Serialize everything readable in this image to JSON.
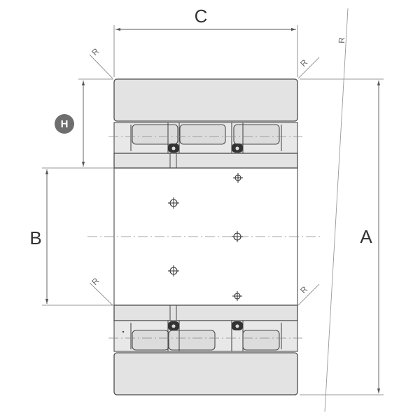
{
  "labels": {
    "dim_a": "A",
    "dim_b": "B",
    "dim_c": "C",
    "badge": "H",
    "radius": "R"
  },
  "colors": {
    "fill": "#e3e3e3",
    "stroke": "#4a4a4a",
    "badge": "#6e6e6e",
    "seal": "#333333"
  }
}
